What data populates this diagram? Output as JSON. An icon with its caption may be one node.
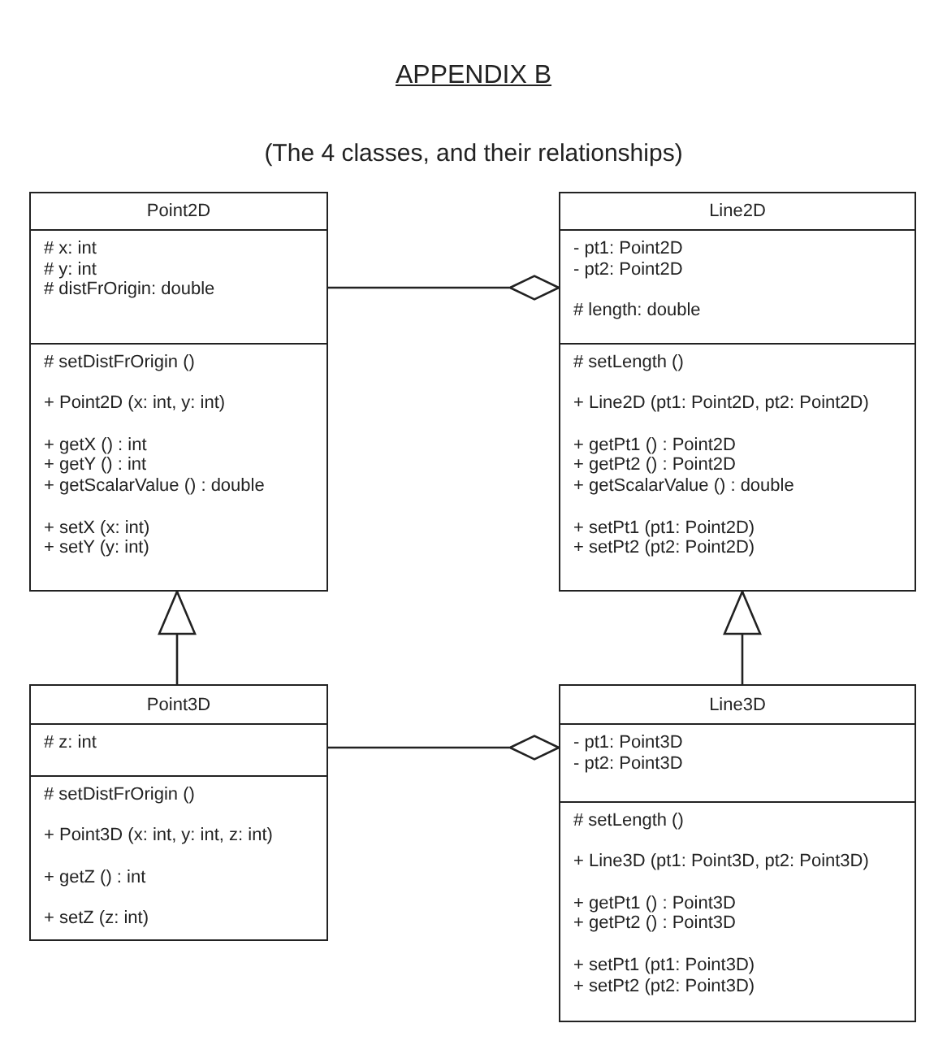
{
  "diagram": {
    "title": "APPENDIX B",
    "nodes": [
      {
        "text": [
          "Point2D",
          "# x: int",
          "# y: int",
          "# distFrOrigin: double",
          "# setDistFrOrigin ()",
          "+ Point2D (x: int, y: int)",
          "+ getX () : int",
          "+ getY () : int",
          "+ getScalarValue () : double",
          "+ setX (x: int)",
          "+ setY (y: int)"
        ]
      },
      {
        "text": [
          "Line2D",
          "- pt1: Point2D",
          "- pt2: Point2D",
          "# length: double",
          "# setLength ()",
          "+ Line2D (pt1: Point2D, pt2: Point2D)",
          "+ getPt1 () : Point2D",
          "+ getPt2 () : Point2D",
          "+ getScalarValue () : double",
          "+ setPt1 (pt1: Point2D)",
          "+ setPt2 (pt2: Point2D)"
        ]
      },
      {
        "text": [
          "Point3D",
          "# z: int",
          "# setDistFrOrigin ()",
          "+ Point3D (x: int, y: int, z: int)",
          "+ getZ () : int",
          "+ setZ (z: int)"
        ]
      },
      {
        "text": [
          "Line3D",
          "- pt1: Point3D",
          "- pt2: Point3D",
          "# setLength ()",
          "+ Line3D (pt1: Point3D, pt2: Point3D)",
          "+ getPt1 () : Point3D",
          "+ getPt2 () : Point3D",
          "+ setPt1 (pt1: Point3D)",
          "+ setPt2 (pt2: Point3D)"
        ]
      }
    ],
    "edges": [
      {
        "from": 0,
        "to": 1,
        "arrow": "other"
      },
      {
        "from": 2,
        "to": 0,
        "arrow": "to"
      },
      {
        "from": 3,
        "to": 1,
        "arrow": "to"
      },
      {
        "from": 2,
        "to": 3,
        "arrow": "other"
      }
    ],
    "labels": [
      "(The 4 classes, and their relationships)"
    ]
  }
}
